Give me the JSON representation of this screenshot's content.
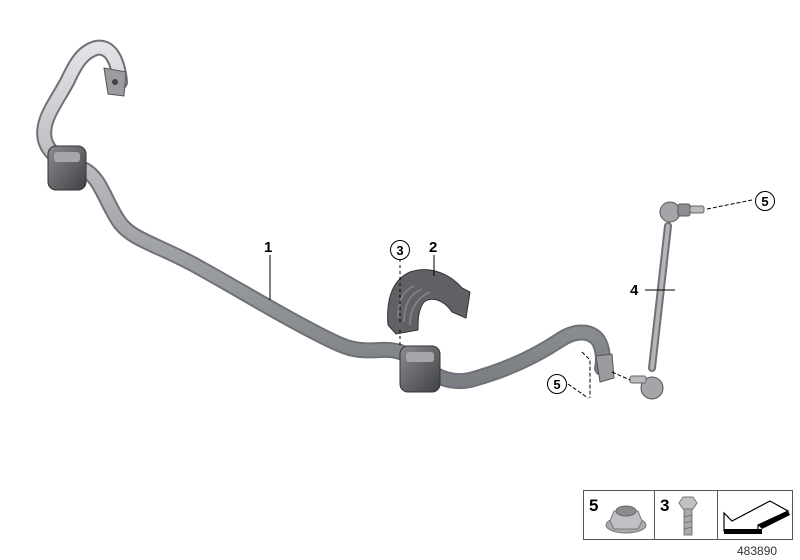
{
  "diagram": {
    "type": "exploded parts diagram",
    "subject": "Front stabilizer bar with mounting parts",
    "callouts": [
      {
        "id": "1",
        "label": "1",
        "style": "plain",
        "part": "stabilizer-bar"
      },
      {
        "id": "2",
        "label": "2",
        "style": "plain",
        "part": "rubber-mount"
      },
      {
        "id": "3",
        "label": "3",
        "style": "circled",
        "part": "bolt"
      },
      {
        "id": "4",
        "label": "4",
        "style": "plain",
        "part": "stabilizer-link"
      },
      {
        "id": "5a",
        "label": "5",
        "style": "circled",
        "part": "nut"
      },
      {
        "id": "5b",
        "label": "5",
        "style": "circled",
        "part": "nut"
      }
    ],
    "legend": {
      "cells": [
        {
          "number": "5",
          "icon": "flange-nut-icon"
        },
        {
          "number": "3",
          "icon": "hex-bolt-icon"
        },
        {
          "number": "",
          "icon": "direction-arrow-icon"
        }
      ]
    },
    "diagram_id": "483890"
  }
}
